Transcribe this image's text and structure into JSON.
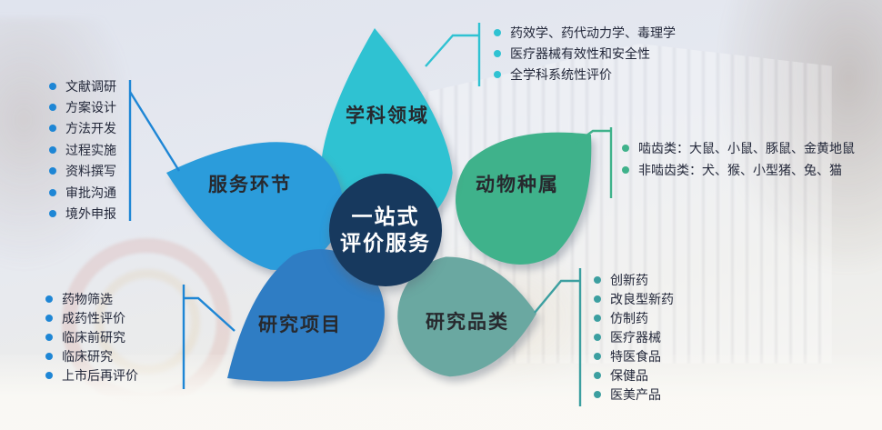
{
  "colors": {
    "cyan": "#2FC2D2",
    "green": "#3FB28B",
    "sage": "#6AA8A1",
    "blue": "#2B9CDB",
    "blue_dark": "#2F7DC4",
    "navy": "#17395E",
    "line_blue": "#1E86D5",
    "line_teal": "#3C9FA0"
  },
  "center": {
    "line1": "一站式",
    "line2": "评价服务"
  },
  "petals": [
    {
      "label": "学科领域"
    },
    {
      "label": "动物种属"
    },
    {
      "label": "研究品类"
    },
    {
      "label": "研究项目"
    },
    {
      "label": "服务环节"
    }
  ],
  "lists": {
    "service_steps": {
      "items": [
        "文献调研",
        "方案设计",
        "方法开发",
        "过程实施",
        "资料撰写",
        "审批沟通",
        "境外申报"
      ]
    },
    "research_projects": {
      "items": [
        "药物筛选",
        "成药性评价",
        "临床前研究",
        "临床研究",
        "上市后再评价"
      ]
    },
    "subject_areas": {
      "items": [
        "药效学、药代动力学、毒理学",
        "医疗器械有效性和安全性",
        "全学科系统性评价"
      ]
    },
    "animal_species": {
      "items": [
        "啮齿类：大鼠、小鼠、豚鼠、金黄地鼠",
        "非啮齿类：犬、猴、小型猪、兔、猫"
      ]
    },
    "research_categories": {
      "items": [
        "创新药",
        "改良型新药",
        "仿制药",
        "医疗器械",
        "特医食品",
        "保健品",
        "医美产品"
      ]
    }
  }
}
